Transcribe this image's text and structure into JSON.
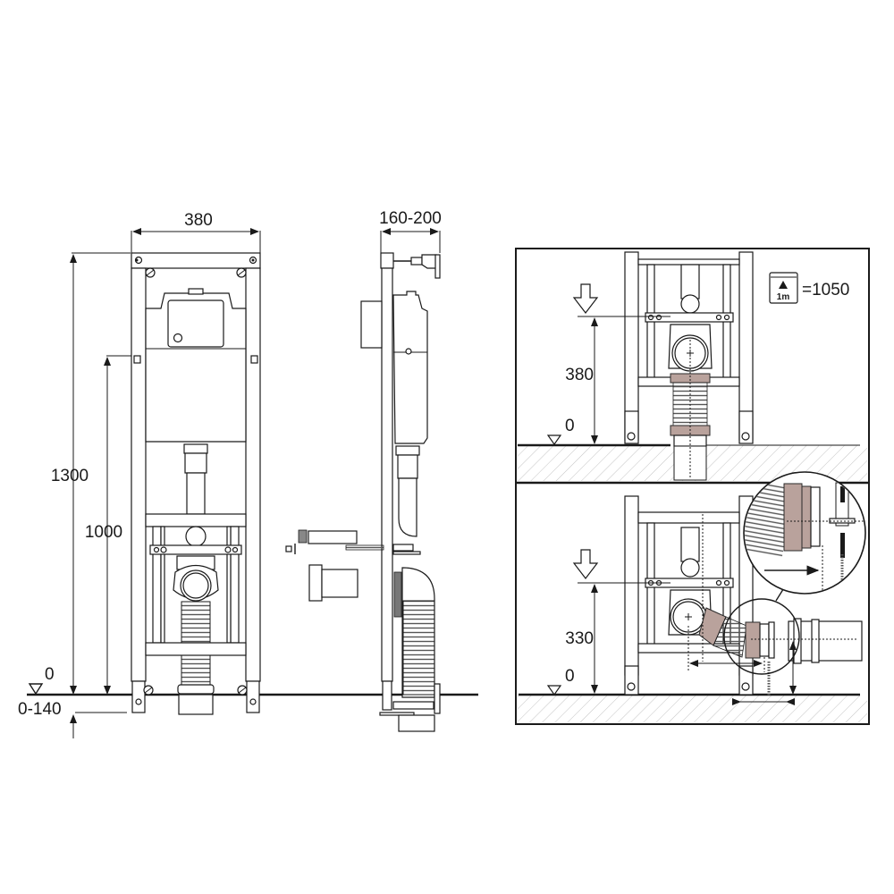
{
  "front_view": {
    "width_label": "380",
    "total_height_label": "1300",
    "mounting_height_label": "1000",
    "floor_level_label": "0",
    "adjust_range_label": "0-140"
  },
  "side_view": {
    "depth_label": "160-200"
  },
  "detail_top": {
    "height_label": "380",
    "floor_level_label": "0",
    "reference_box_label": "1m",
    "reference_value_label": "=1050"
  },
  "detail_bottom": {
    "height_label": "330",
    "floor_level_label": "0"
  },
  "colors": {
    "line": "#1a1a1a",
    "pipe_accent": "#b9a29c",
    "hatch": "#b5b5b5",
    "background": "#ffffff"
  }
}
